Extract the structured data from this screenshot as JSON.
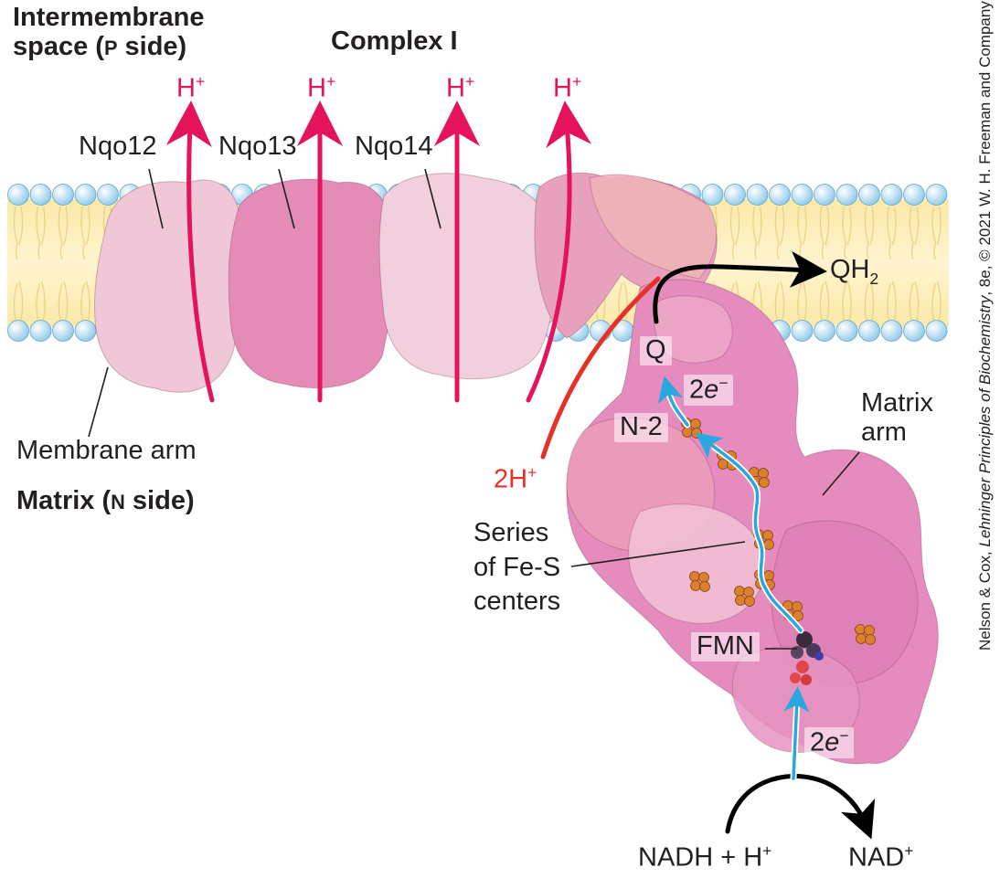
{
  "title": "Complex I",
  "regions": {
    "p_side_line1": "Intermembrane",
    "p_side_line2_pre": "space (",
    "p_side_letter": "P",
    "p_side_line2_post": " side)",
    "n_side_pre": "Matrix (",
    "n_side_letter": "N",
    "n_side_post": " side)"
  },
  "proton_label": "H",
  "proton_charge": "+",
  "subunits": [
    "Nqo12",
    "Nqo13",
    "Nqo14"
  ],
  "arms": {
    "membrane": "Membrane arm",
    "matrix_line1": "Matrix",
    "matrix_line2": "arm"
  },
  "labels": {
    "qh2_main": "QH",
    "qh2_sub": "2",
    "q": "Q",
    "two_e_top_num": "2",
    "two_e_top_e": "e",
    "two_e_top_charge": "−",
    "n2": "N-2",
    "two_h_main": "2H",
    "two_h_charge": "+",
    "fes_line1": "Series",
    "fes_line2": "of Fe-S",
    "fes_line3": "centers",
    "fmn": "FMN",
    "two_e_bottom_num": "2",
    "two_e_bottom_e": "e",
    "two_e_bottom_charge": "−",
    "nadh_main": "NADH + H",
    "nadh_charge": "+",
    "nad_main": "NAD",
    "nad_charge": "+"
  },
  "credit": {
    "pre": "Nelson & Cox, ",
    "title": "Lehninger Principles of Biochemistry",
    "post": ", 8e, © 2021 W. H. Freeman and Company"
  },
  "colors": {
    "proton_arrow": "#e5125c",
    "electron_path": "#29a8e0",
    "proton_uptake": "#e53127",
    "membrane_core": "#fbe7a1",
    "lipid_head": "#bfe3f5",
    "protein_light": "#f2c9d9",
    "protein_mid": "#e88fbc",
    "protein_dark": "#d86aa6",
    "fes_cluster": "#d9822b"
  }
}
